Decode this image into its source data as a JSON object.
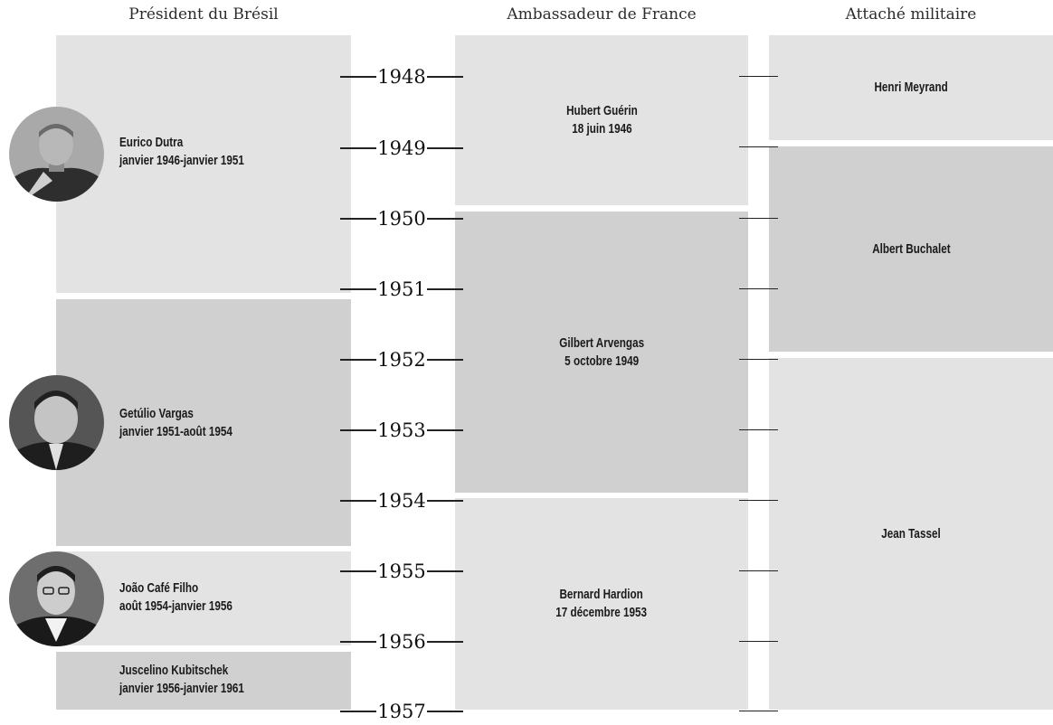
{
  "headers": {
    "president": "Président du Brésil",
    "ambassador": "Ambassadeur de France",
    "attache": "Attaché militaire"
  },
  "presidents": [
    {
      "name": "Eurico Dutra",
      "term": "janvier 1946-janvier 1951"
    },
    {
      "name": "Getúlio Vargas",
      "term": "janvier 1951-août 1954"
    },
    {
      "name": "João Café Filho",
      "term": "août 1954-janvier 1956"
    },
    {
      "name": "Juscelino Kubitschek",
      "term": "janvier 1956-janvier 1961"
    }
  ],
  "ambassadors": [
    {
      "name": "Hubert Guérin",
      "date": "18 juin 1946"
    },
    {
      "name": "Gilbert Arvengas",
      "date": "5 octobre 1949"
    },
    {
      "name": "Bernard Hardion",
      "date": "17 décembre 1953"
    }
  ],
  "attaches": [
    {
      "name": "Henri Meyrand"
    },
    {
      "name": "Albert Buchalet"
    },
    {
      "name": "Jean Tassel"
    }
  ],
  "years": [
    "1948",
    "1949",
    "1950",
    "1951",
    "1952",
    "1953",
    "1954",
    "1955",
    "1956",
    "1957"
  ]
}
